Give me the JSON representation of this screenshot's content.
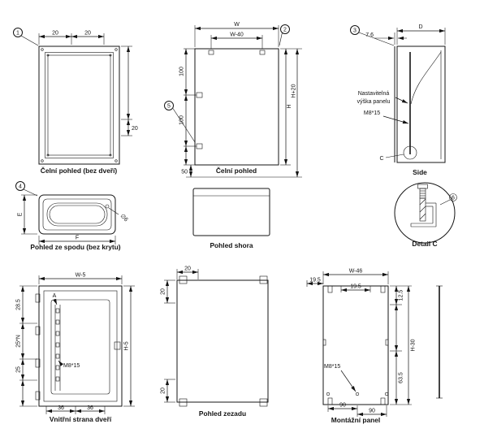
{
  "colors": {
    "line": "#141414",
    "background": "#ffffff"
  },
  "views": {
    "front_no_door": {
      "caption": "Čelní pohled (bez dveří)",
      "balloon": "1",
      "dim_top_1": "20",
      "dim_top_2": "20",
      "dim_right": "20"
    },
    "front": {
      "caption": "Čelní pohled",
      "balloon_top": "2",
      "balloon_left": "5",
      "dim_w": "W",
      "dim_w40": "W-40",
      "dim_100a": "100",
      "dim_100b": "100",
      "dim_50": "50",
      "dim_h": "H",
      "dim_h20": "H+20"
    },
    "side": {
      "caption": "Side",
      "balloon": "3",
      "dim_76": "7.6",
      "dim_d": "D",
      "note_line1": "Nastavitelná",
      "note_line2": "výška panelu",
      "screw": "M8*15",
      "detail_ref": "C"
    },
    "bottom_no_cover": {
      "caption": "Pohled ze spodu (bez krytu)",
      "balloon": "4",
      "dim_left": "E",
      "dim_bottom": "F",
      "hole": "∅6"
    },
    "top_view": {
      "caption": "Pohled shora"
    },
    "detail_c": {
      "caption": "Detail C",
      "balloon": "6"
    },
    "door_inner": {
      "caption": "Vnitřní strana dveří",
      "dim_w5": "W-5",
      "marker_a": "A",
      "dim_285": "28.5",
      "dim_25n": "25*N",
      "dim_25": "25",
      "dim_36a": "36",
      "dim_36b": "36",
      "dim_h5": "H-5",
      "screw": "M8*15"
    },
    "rear": {
      "caption": "Pohled zezadu",
      "dim_top": "20",
      "dim_left_top": "20",
      "dim_left_bottom": "20"
    },
    "mounting_panel": {
      "caption": "Montážní panel",
      "dim_w46": "W-46",
      "dim_195a": "19.5",
      "dim_195b": "19.5",
      "dim_125": "12.5",
      "dim_h30": "H-30",
      "dim_635": "63.5",
      "dim_90a": "90",
      "dim_90b": "90",
      "screw": "M8*15"
    }
  }
}
